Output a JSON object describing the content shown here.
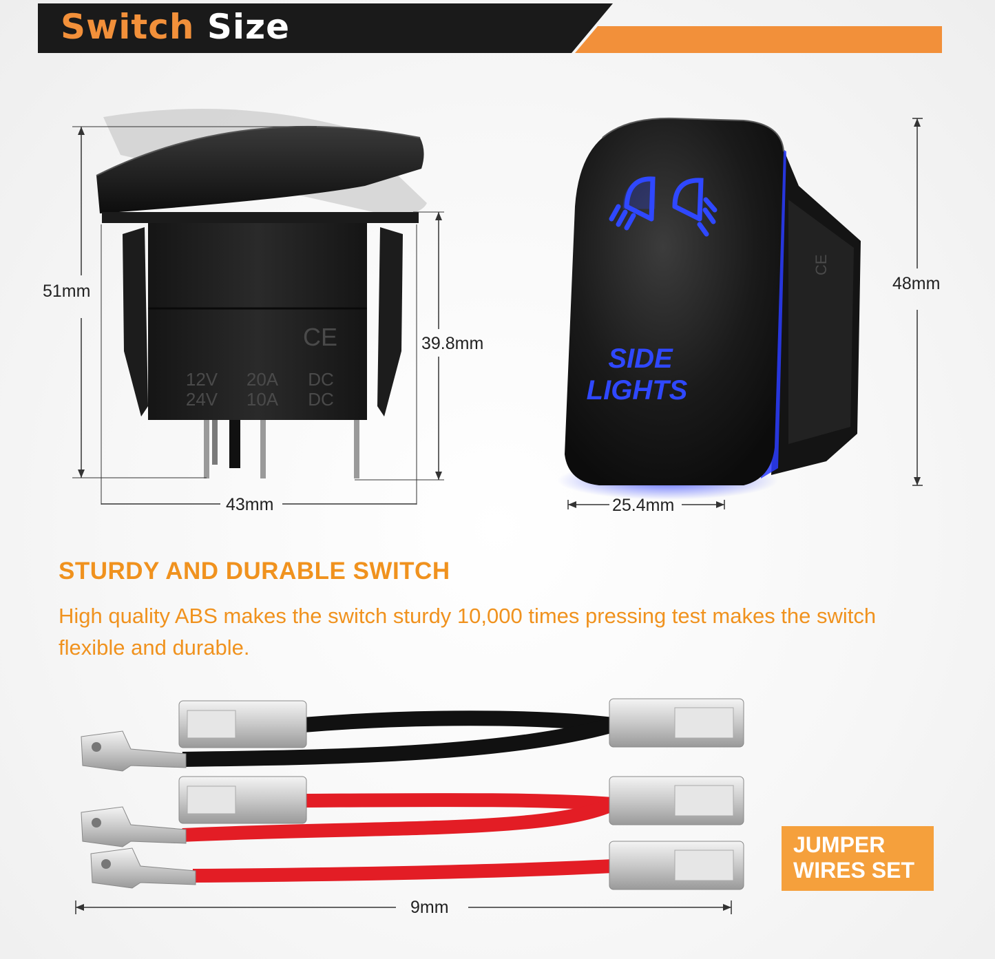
{
  "header": {
    "title_highlight": "Switch",
    "title_rest": "Size",
    "accent_color": "#f2903a",
    "bar_color": "#1a1a1a"
  },
  "switch_side_view": {
    "height_total": "51mm",
    "body_height": "39.8mm",
    "width": "43mm",
    "marking_ce": "CE",
    "marking_row1": [
      "12V",
      "20A",
      "DC"
    ],
    "marking_row2": [
      "24V",
      "10A",
      "DC"
    ]
  },
  "switch_front_view": {
    "legend_line1": "SIDE",
    "legend_line2": "LIGHTS",
    "width": "25.4mm",
    "height": "48mm",
    "led_color": "#2a3cff"
  },
  "feature": {
    "heading": "STURDY AND DURABLE SWITCH",
    "description": "High quality ABS makes the switch sturdy 10,000 times pressing test makes the switch flexible and durable."
  },
  "jumper": {
    "badge_line1": "JUMPER",
    "badge_line2": "WIRES SET",
    "length": "9mm"
  }
}
